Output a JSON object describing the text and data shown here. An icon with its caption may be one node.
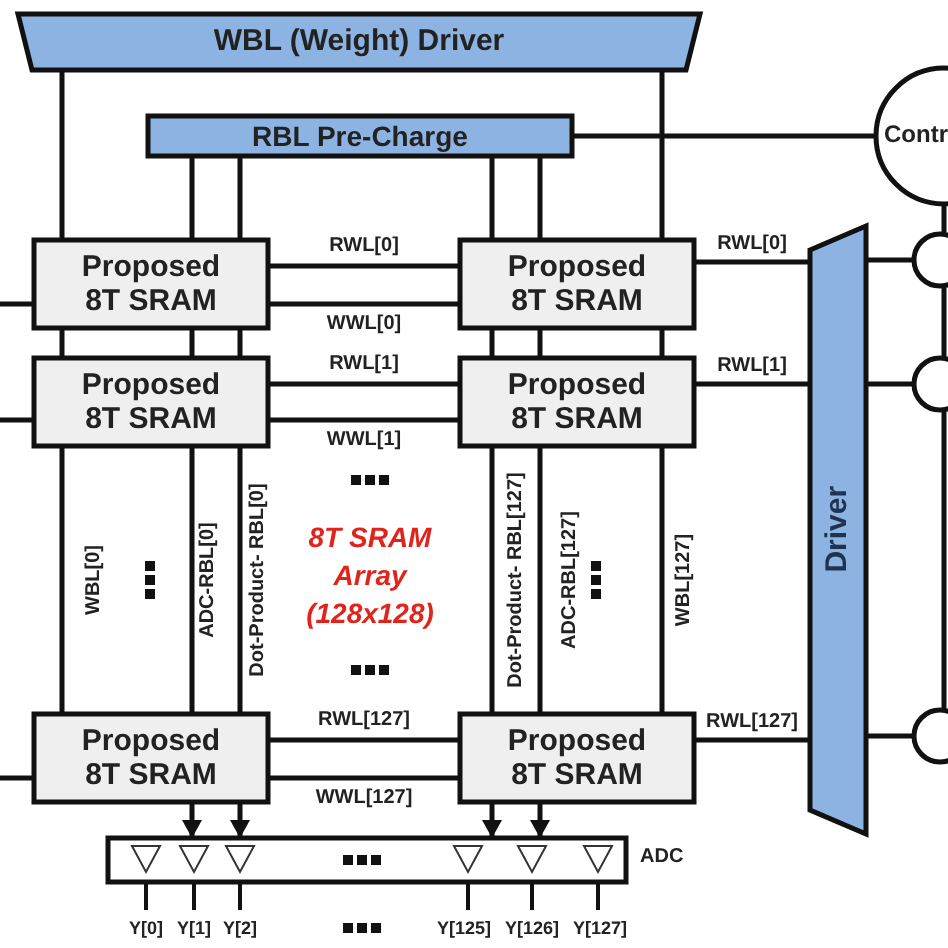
{
  "diagram": {
    "nodes": [
      {
        "text": [
          "WBL (Weight) Driver"
        ]
      },
      {
        "text": [
          "RBL Pre-Charge"
        ]
      },
      {
        "text": [
          "Contr"
        ]
      },
      {
        "text": [
          "Proposed 8T SRAM"
        ]
      },
      {
        "text": [
          "Proposed 8T SRAM"
        ]
      },
      {
        "text": [
          "Proposed 8T SRAM"
        ]
      },
      {
        "text": [
          "Proposed 8T SRAM"
        ]
      },
      {
        "text": [
          "Proposed 8T SRAM"
        ]
      },
      {
        "text": [
          "Proposed 8T SRAM"
        ]
      },
      {
        "text": [
          "Driver"
        ]
      },
      {
        "text": [],
        "shape": "box",
        "beside": [
          "ADC"
        ]
      },
      {
        "text": [],
        "shape": "circle"
      },
      {
        "text": [],
        "shape": "circle"
      },
      {
        "text": [],
        "shape": "circle"
      }
    ],
    "edges": [
      {
        "from": 0,
        "to": 3,
        "arrow": "none"
      },
      {
        "from": 0,
        "to": 4,
        "arrow": "none"
      },
      {
        "from": 1,
        "to": 3,
        "arrow": "none"
      },
      {
        "from": 1,
        "to": 3,
        "arrow": "none"
      },
      {
        "from": 1,
        "to": 4,
        "arrow": "none"
      },
      {
        "from": 1,
        "to": 4,
        "arrow": "none"
      },
      {
        "from": 1,
        "to": 2,
        "arrow": "none"
      },
      {
        "from": null,
        "to": 3,
        "arrow": "none"
      },
      {
        "from": 3,
        "to": 4,
        "arrow": "none",
        "label": "RWL[0]"
      },
      {
        "from": 3,
        "to": 4,
        "arrow": "none",
        "label": "WWL[0]"
      },
      {
        "from": 4,
        "to": 9,
        "arrow": "none",
        "label": "RWL[0]"
      },
      {
        "from": 3,
        "to": 5,
        "arrow": "none"
      },
      {
        "from": 3,
        "to": 5,
        "arrow": "none"
      },
      {
        "from": 3,
        "to": 5,
        "arrow": "none"
      },
      {
        "from": 4,
        "to": 6,
        "arrow": "none"
      },
      {
        "from": 4,
        "to": 6,
        "arrow": "none"
      },
      {
        "from": 4,
        "to": 6,
        "arrow": "none"
      },
      {
        "from": null,
        "to": 5,
        "arrow": "none"
      },
      {
        "from": 5,
        "to": 6,
        "arrow": "none",
        "label": "RWL[1]"
      },
      {
        "from": 5,
        "to": 6,
        "arrow": "none",
        "label": "WWL[1]"
      },
      {
        "from": 6,
        "to": 9,
        "arrow": "none",
        "label": "RWL[1]"
      },
      {
        "from": 5,
        "to": 7,
        "arrow": "none"
      },
      {
        "from": 5,
        "to": 7,
        "arrow": "none"
      },
      {
        "from": 5,
        "to": 7,
        "arrow": "none"
      },
      {
        "from": 6,
        "to": 8,
        "arrow": "none"
      },
      {
        "from": 6,
        "to": 8,
        "arrow": "none"
      },
      {
        "from": 6,
        "to": 8,
        "arrow": "none"
      },
      {
        "from": null,
        "to": 7,
        "arrow": "none"
      },
      {
        "from": 7,
        "to": 8,
        "arrow": "none",
        "label": "RWL[127]"
      },
      {
        "from": 7,
        "to": 8,
        "arrow": "none",
        "label": "WWL[127]"
      },
      {
        "from": 8,
        "to": 9,
        "arrow": "none",
        "label": "RWL[127]"
      },
      {
        "from": 7,
        "to": 10,
        "arrow": "to"
      },
      {
        "from": 7,
        "to": 10,
        "arrow": "to"
      },
      {
        "from": 8,
        "to": 10,
        "arrow": "to"
      },
      {
        "from": 8,
        "to": 10,
        "arrow": "to"
      },
      {
        "from": 9,
        "to": 11,
        "arrow": "none"
      },
      {
        "from": 9,
        "to": 12,
        "arrow": "none"
      },
      {
        "from": 9,
        "to": 13,
        "arrow": "none"
      },
      {
        "from": 2,
        "to": 11,
        "arrow": "none"
      },
      {
        "from": 11,
        "to": 12,
        "arrow": "none"
      },
      {
        "from": 12,
        "to": 13,
        "arrow": "none"
      }
    ],
    "labels": [
      "WBL[0]",
      "ADC-RBL[0]",
      "Dot-Product- RBL[0]",
      "8T SRAM Array (128x128)",
      "Dot-Product- RBL[127]",
      "ADC-RBL[127]",
      "WBL[127]",
      "Y[0]",
      "Y[1]",
      "Y[2]",
      "Y[125]",
      "Y[126]",
      "Y[127]"
    ]
  }
}
